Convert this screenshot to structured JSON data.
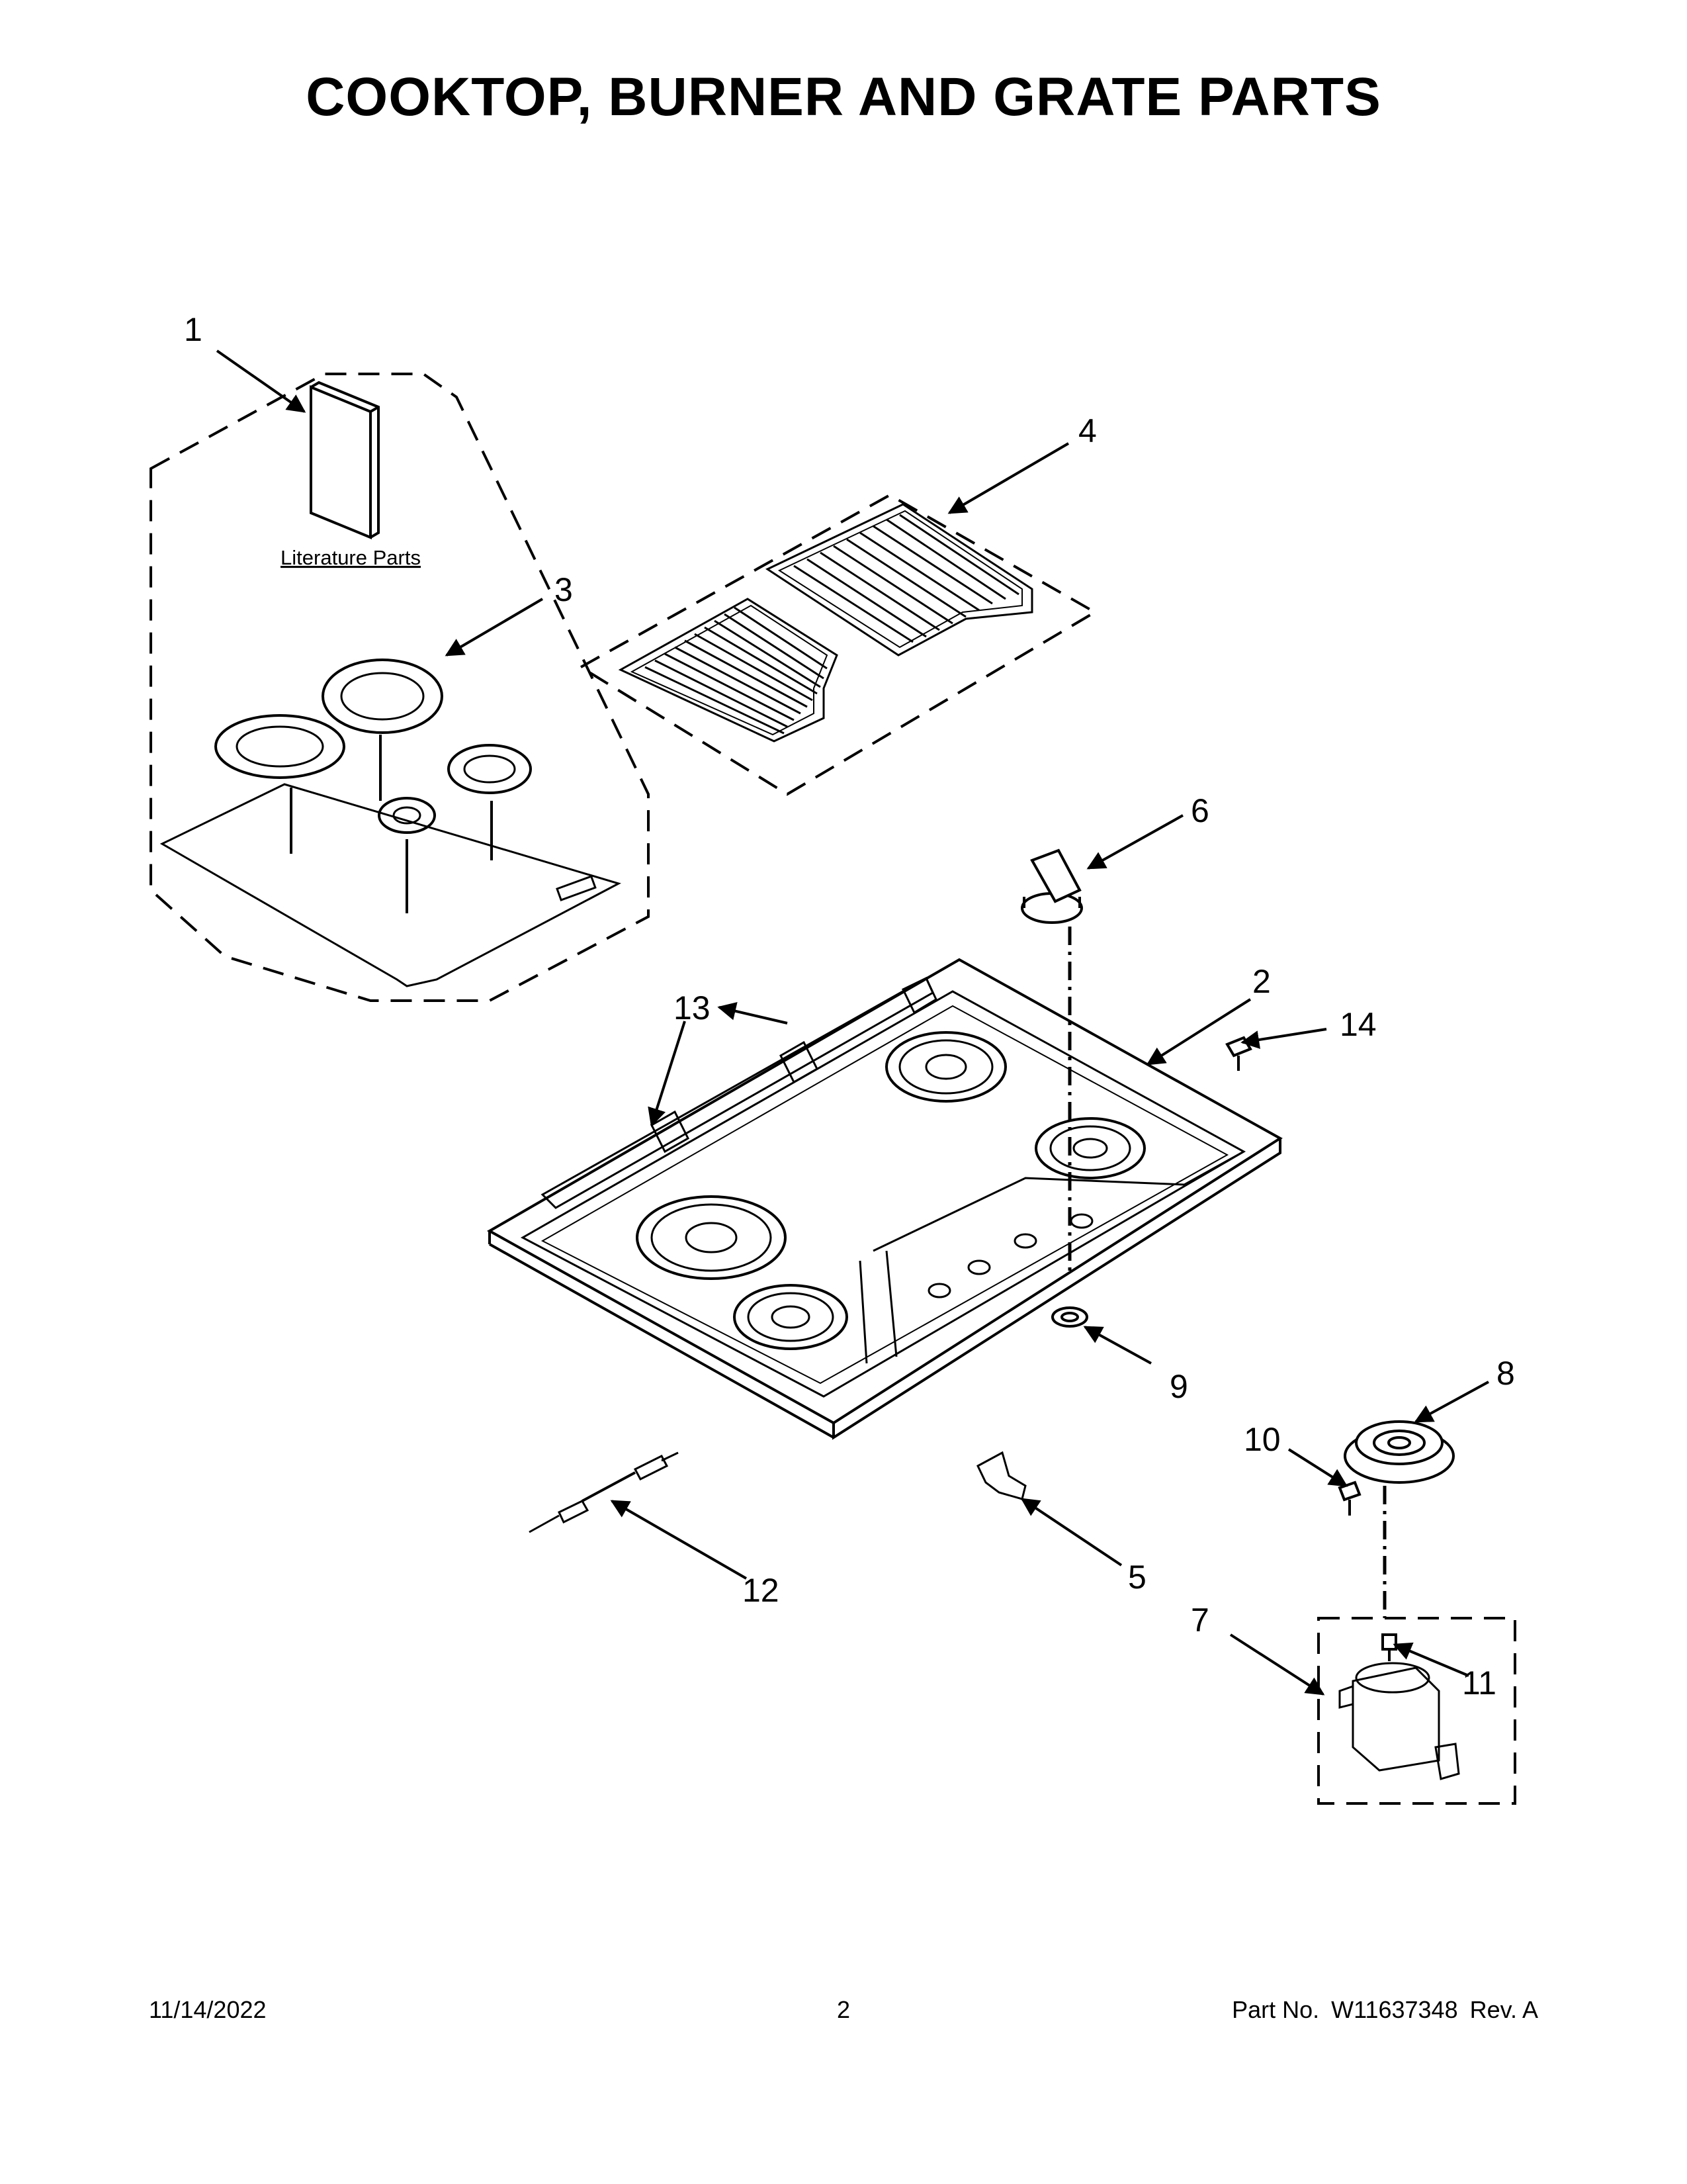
{
  "header": {
    "title": "COOKTOP, BURNER AND GRATE PARTS"
  },
  "callouts": {
    "c1": "1",
    "c2": "2",
    "c3": "3",
    "c4": "4",
    "c5": "5",
    "c6": "6",
    "c7": "7",
    "c8": "8",
    "c9": "9",
    "c10": "10",
    "c11": "11",
    "c12": "12",
    "c13": "13",
    "c14": "14"
  },
  "literature": {
    "label": "Literature Parts"
  },
  "footer": {
    "date": "11/14/2022",
    "page": "2",
    "part_label": "Part No.",
    "part_number": "W11637348",
    "revision": "Rev. A"
  }
}
